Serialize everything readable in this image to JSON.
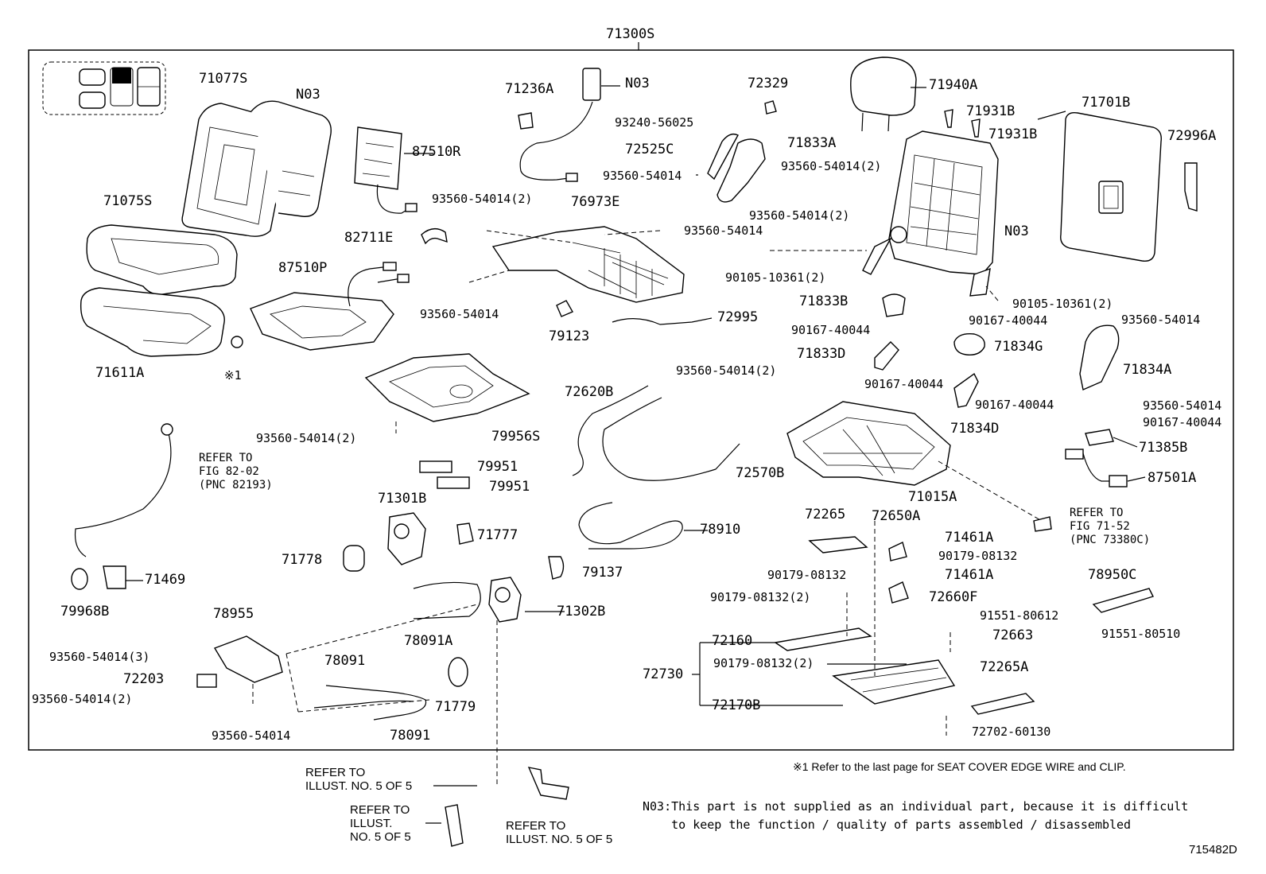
{
  "diagram": {
    "main_assembly": "71300S",
    "figure_id": "715482D",
    "notes": {
      "note1": "※1 Refer to the last page for SEAT COVER EDGE WIRE and CLIP.",
      "note_n03_line1": "N03:This part is not supplied as an individual part, because it is difficult",
      "note_n03_line2": "    to keep the function / quality of parts assembled / disassembled"
    },
    "labels": {
      "l71077S": "71077S",
      "lN03a": "N03",
      "l71075S": "71075S",
      "l71611A": "71611A",
      "lX1": "※1",
      "l87510R": "87510R",
      "l87510P": "87510P",
      "l82711E": "82711E",
      "l71236A": "71236A",
      "lN03b": "N03",
      "l72329": "72329",
      "l93240_56025": "93240-56025",
      "l72525C": "72525C",
      "l71833A": "71833A",
      "l93560_54014a": "93560-54014",
      "l93560_2a": "93560-54014(2)",
      "l93560_2b": "93560-54014(2)",
      "l93560_2c": "93560-54014(2)",
      "l76973E": "76973E",
      "l93560_54014b": "93560-54014",
      "l93560_54014c": "93560-54014",
      "l79123": "79123",
      "l72995": "72995",
      "l93560_2d": "93560-54014(2)",
      "l71940A": "71940A",
      "l71931B1": "71931B",
      "l71931B2": "71931B",
      "lN03c": "N03",
      "l90105_10361_2": "90105-10361(2)",
      "l90105_10361_2b": "90105-10361(2)",
      "l71833B": "71833B",
      "l90167_40044a": "90167-40044",
      "l90167_40044b": "90167-40044",
      "l71833D": "71833D",
      "l90167_40044c": "90167-40044",
      "l71834G": "71834G",
      "l90167_40044d": "90167-40044",
      "l71834D": "71834D",
      "l71015A": "71015A",
      "l71701B": "71701B",
      "l72996A": "72996A",
      "l93560_54014d": "93560-54014",
      "l71834A": "71834A",
      "l93560_54014e": "93560-54014",
      "l90167_40044e": "90167-40044",
      "l71385B": "71385B",
      "l87501A": "87501A",
      "l93560_2e": "93560-54014(2)",
      "l79956S": "79956S",
      "l72620B": "72620B",
      "l72570B": "72570B",
      "l79951a": "79951",
      "l79951b": "79951",
      "l71301B": "71301B",
      "l71777": "71777",
      "l71778": "71778",
      "l78910": "78910",
      "l79137": "79137",
      "l71302B": "71302B",
      "l78091A": "78091A",
      "l71469": "71469",
      "l79968B": "79968B",
      "l78955": "78955",
      "l93560_3": "93560-54014(3)",
      "l72203": "72203",
      "l93560_2f": "93560-54014(2)",
      "l93560_54014f": "93560-54014",
      "l78091a": "78091",
      "l78091b": "78091",
      "l71779": "71779",
      "l72265": "72265",
      "l72650A": "72650A",
      "l71461A1": "71461A",
      "l90179_08132a": "90179-08132",
      "l90179_08132b": "90179-08132",
      "l71461A2": "71461A",
      "l90179_2a": "90179-08132(2)",
      "l72660F": "72660F",
      "l91551_80612": "91551-80612",
      "l72663": "72663",
      "l78950C": "78950C",
      "l91551_80510": "91551-80510",
      "l72160": "72160",
      "l72730": "72730",
      "l90179_2b": "90179-08132(2)",
      "l72170B": "72170B",
      "l72265A": "72265A",
      "l72702_60130": "72702-60130"
    },
    "refs": {
      "fig8202_a": "REFER TO",
      "fig8202_b": "FIG 82-02",
      "fig8202_c": "(PNC 82193)",
      "fig7152_a": "REFER TO",
      "fig7152_b": "FIG 71-52",
      "fig7152_c": "(PNC 73380C)",
      "ill1_a": "REFER TO",
      "ill1_b": "ILLUST. NO. 5 OF 5",
      "ill2_a": "REFER TO",
      "ill2_b": "ILLUST.",
      "ill2_c": "NO. 5 OF 5",
      "ill3_a": "REFER TO",
      "ill3_b": "ILLUST. NO. 5 OF 5"
    }
  }
}
